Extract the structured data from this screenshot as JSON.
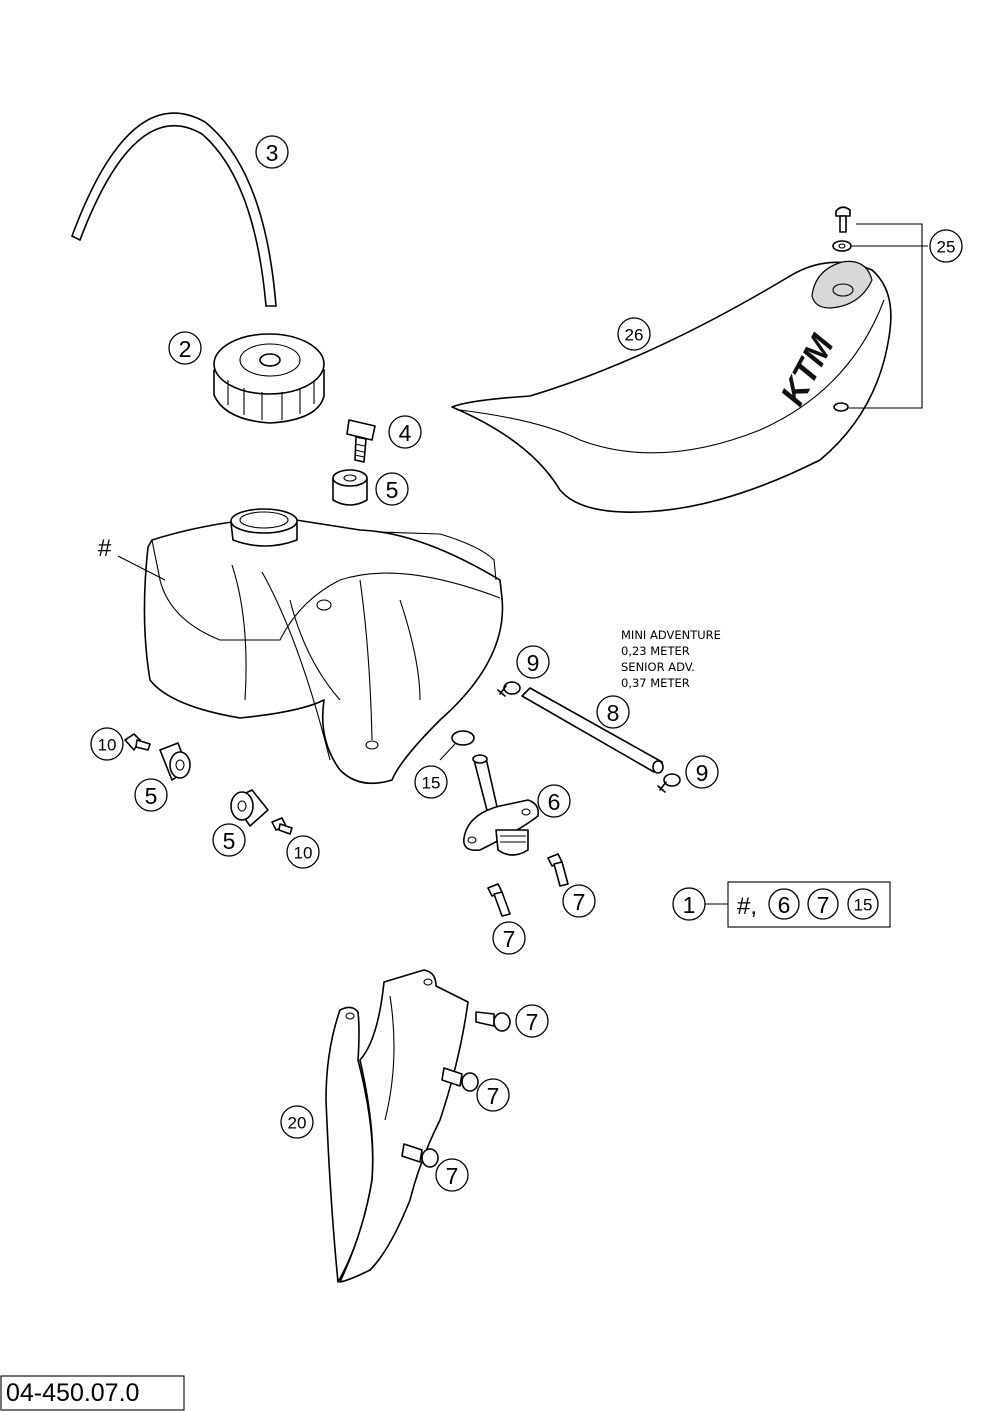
{
  "callouts": {
    "c3": "3",
    "c2": "2",
    "c4": "4",
    "c5a": "5",
    "c5b": "5",
    "c5c": "5",
    "c26": "26",
    "c25": "25",
    "c9a": "9",
    "c9b": "9",
    "c8": "8",
    "c10a": "10",
    "c10b": "10",
    "c15": "15",
    "c6": "6",
    "c7a": "7",
    "c7b": "7",
    "c7c": "7",
    "c7d": "7",
    "c7e": "7",
    "c20": "20"
  },
  "tank_marker": "#",
  "hose_note": {
    "line1": "MINI ADVENTURE",
    "line2": "0,23 METER",
    "line3": "SENIOR ADV.",
    "line4": "0,37 METER"
  },
  "kit_legend": {
    "kit_number": "1",
    "contents_prefix": "#,",
    "item_a": "6",
    "item_b": "7",
    "item_c": "15"
  },
  "seat_logo": "KTM",
  "drawing_number": "04-450.07.0"
}
